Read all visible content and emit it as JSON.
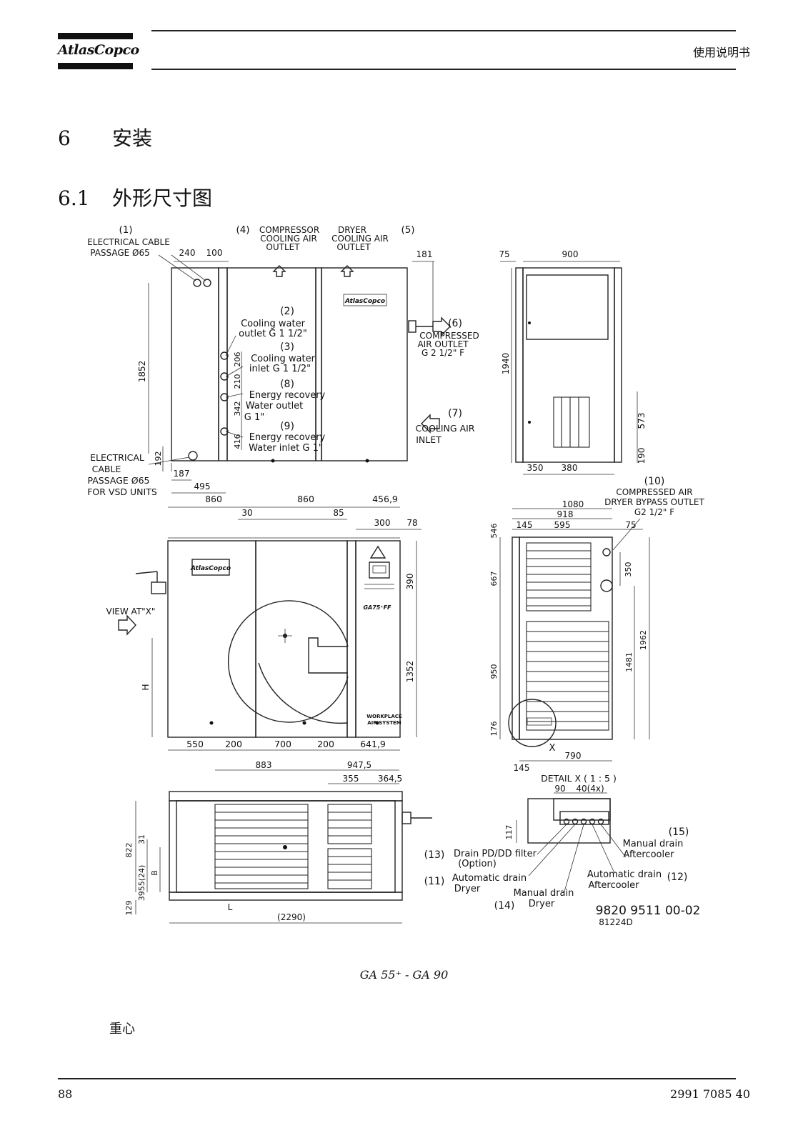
{
  "header": {
    "logo": "AtlasCopco",
    "title": "使用说明书"
  },
  "section": {
    "number": "6",
    "title": "安装"
  },
  "subsection": {
    "number": "6.1",
    "title": "外形尺寸图"
  },
  "drawing": {
    "labels": {
      "l1_num": "(1)",
      "l1_a": "ELECTRICAL CABLE",
      "l1_b": "PASSAGE Ø65",
      "l4_num": "(4)",
      "l4_a": "COMPRESSOR",
      "l4_b": "COOLING AIR",
      "l4_c": "OUTLET",
      "l5_num": "(5)",
      "l5_a": "DRYER",
      "l5_b": "COOLING AIR",
      "l5_c": "OUTLET",
      "l2_num": "(2)",
      "l2_a": "Cooling water",
      "l2_b": "outlet G 1 1/2\"",
      "l3_num": "(3)",
      "l3_a": "Cooling water",
      "l3_b": "inlet G 1 1/2\"",
      "l8_num": "(8)",
      "l8_a": "Energy recovery",
      "l8_b": "Water outlet",
      "l8_c": "G 1\"",
      "l9_num": "(9)",
      "l9_a": "Energy recovery",
      "l9_b": "Water inlet G 1\"",
      "l6_num": "(6)",
      "l6_a": "COMPRESSED",
      "l6_b": "AIR OUTLET",
      "l6_c": "G 2 1/2\" F",
      "l7_num": "(7)",
      "l7_a": "COOLING AIR",
      "l7_b": "INLET",
      "lvsd_a": "ELECTRICAL",
      "lvsd_b": "CABLE",
      "lvsd_c": "PASSAGE Ø65",
      "lvsd_d": "FOR VSD UNITS",
      "l10_num": "(10)",
      "l10_a": "COMPRESSED AIR",
      "l10_b": "DRYER BYPASS OUTLET",
      "l10_c": "G2 1/2\" F",
      "view": "VIEW AT\"X\"",
      "detail": "DETAIL X  ( 1 : 5 )",
      "l13_num": "(13)",
      "l13_a": "Drain PD/DD filter",
      "l13_b": "(Option)",
      "l11_num": "(11)",
      "l11_a": "Automatic drain",
      "l11_b": "Dryer",
      "l14_num": "(14)",
      "l14_a": "Manual drain",
      "l14_b": "Dryer",
      "l15_num": "(15)",
      "l15_a": "Manual drain",
      "l15_b": "Aftercooler",
      "l12_num": "(12)",
      "l12_a": "Automatic drain",
      "l12_b": "Aftercooler",
      "drawing_no": "9820 9511 00-02",
      "ref": "81224D",
      "model": "GA75⁺FF",
      "workplace_a": "WORKPLACE",
      "workplace_b": "AIR SYSTEM",
      "brand": "AtlasCopco",
      "x_mark": "X",
      "h_mark": "H",
      "b_mark": "B",
      "l_mark": "L"
    },
    "dims": {
      "d240": "240",
      "d100": "100",
      "d181": "181",
      "d1852": "1852",
      "d206": "206",
      "d210": "210",
      "d342": "342",
      "d416": "416",
      "d192": "192",
      "d187": "187",
      "d495": "495",
      "d75a": "75",
      "d900": "900",
      "d1940": "1940",
      "d573": "573",
      "d190": "190",
      "d350a": "350",
      "d380": "380",
      "d860a": "860",
      "d860b": "860",
      "d4569": "456,9",
      "d30": "30",
      "d85": "85",
      "d300": "300",
      "d78": "78",
      "d390": "390",
      "d1352": "1352",
      "d550": "550",
      "d200a": "200",
      "d700": "700",
      "d200b": "200",
      "d6419": "641,9",
      "d1080": "1080",
      "d918": "918",
      "d145a": "145",
      "d595": "595",
      "d75b": "75",
      "d546": "546",
      "d667": "667",
      "d350b": "350",
      "d950": "950",
      "d1481": "1481",
      "d1962": "1962",
      "d176": "176",
      "d790": "790",
      "d145b": "145",
      "d883": "883",
      "d9475": "947,5",
      "d355": "355",
      "d3645": "364,5",
      "d822": "822",
      "d31": "31",
      "d3955": "3955(24)",
      "d129": "129",
      "d2290": "(2290)",
      "d90": "90",
      "d40": "40(4x)",
      "d117": "117"
    }
  },
  "caption": "GA 55⁺ - GA 90",
  "gravity_label": "重心",
  "footer": {
    "page": "88",
    "doc_number": "2991 7085 40"
  }
}
